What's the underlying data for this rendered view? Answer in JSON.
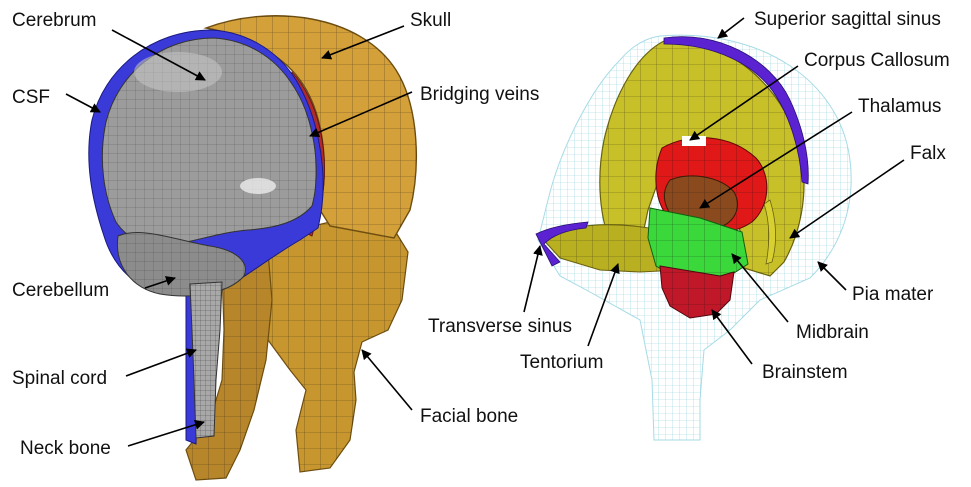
{
  "colors": {
    "skull": "#c8962e",
    "skull_dark": "#8a6418",
    "cerebrum": "#9a9a9a",
    "csf": "#3a3ad8",
    "bridging": "#b02a2a",
    "yellow_brain": "#c8c028",
    "yellow_dark": "#7a7210",
    "sinus": "#5a22d0",
    "thalamus": "#e01818",
    "corpus": "#8a4a1e",
    "midbrain": "#3ad83a",
    "brainstem": "#c01828",
    "pia": "#9cd8e4"
  },
  "left_model": {
    "labels": {
      "cerebrum": "Cerebrum",
      "csf": "CSF",
      "cerebellum": "Cerebellum",
      "spinal_cord": "Spinal cord",
      "neck_bone": "Neck bone",
      "skull": "Skull",
      "bridging_veins": "Bridging veins",
      "facial_bone": "Facial bone"
    }
  },
  "right_model": {
    "labels": {
      "superior_sagittal_sinus": "Superior sagittal sinus",
      "corpus_callosum": "Corpus Callosum",
      "thalamus": "Thalamus",
      "falx": "Falx",
      "pia_mater": "Pia mater",
      "midbrain": "Midbrain",
      "brainstem": "Brainstem",
      "tentorium": "Tentorium",
      "transverse_sinus": "Transverse sinus"
    }
  }
}
